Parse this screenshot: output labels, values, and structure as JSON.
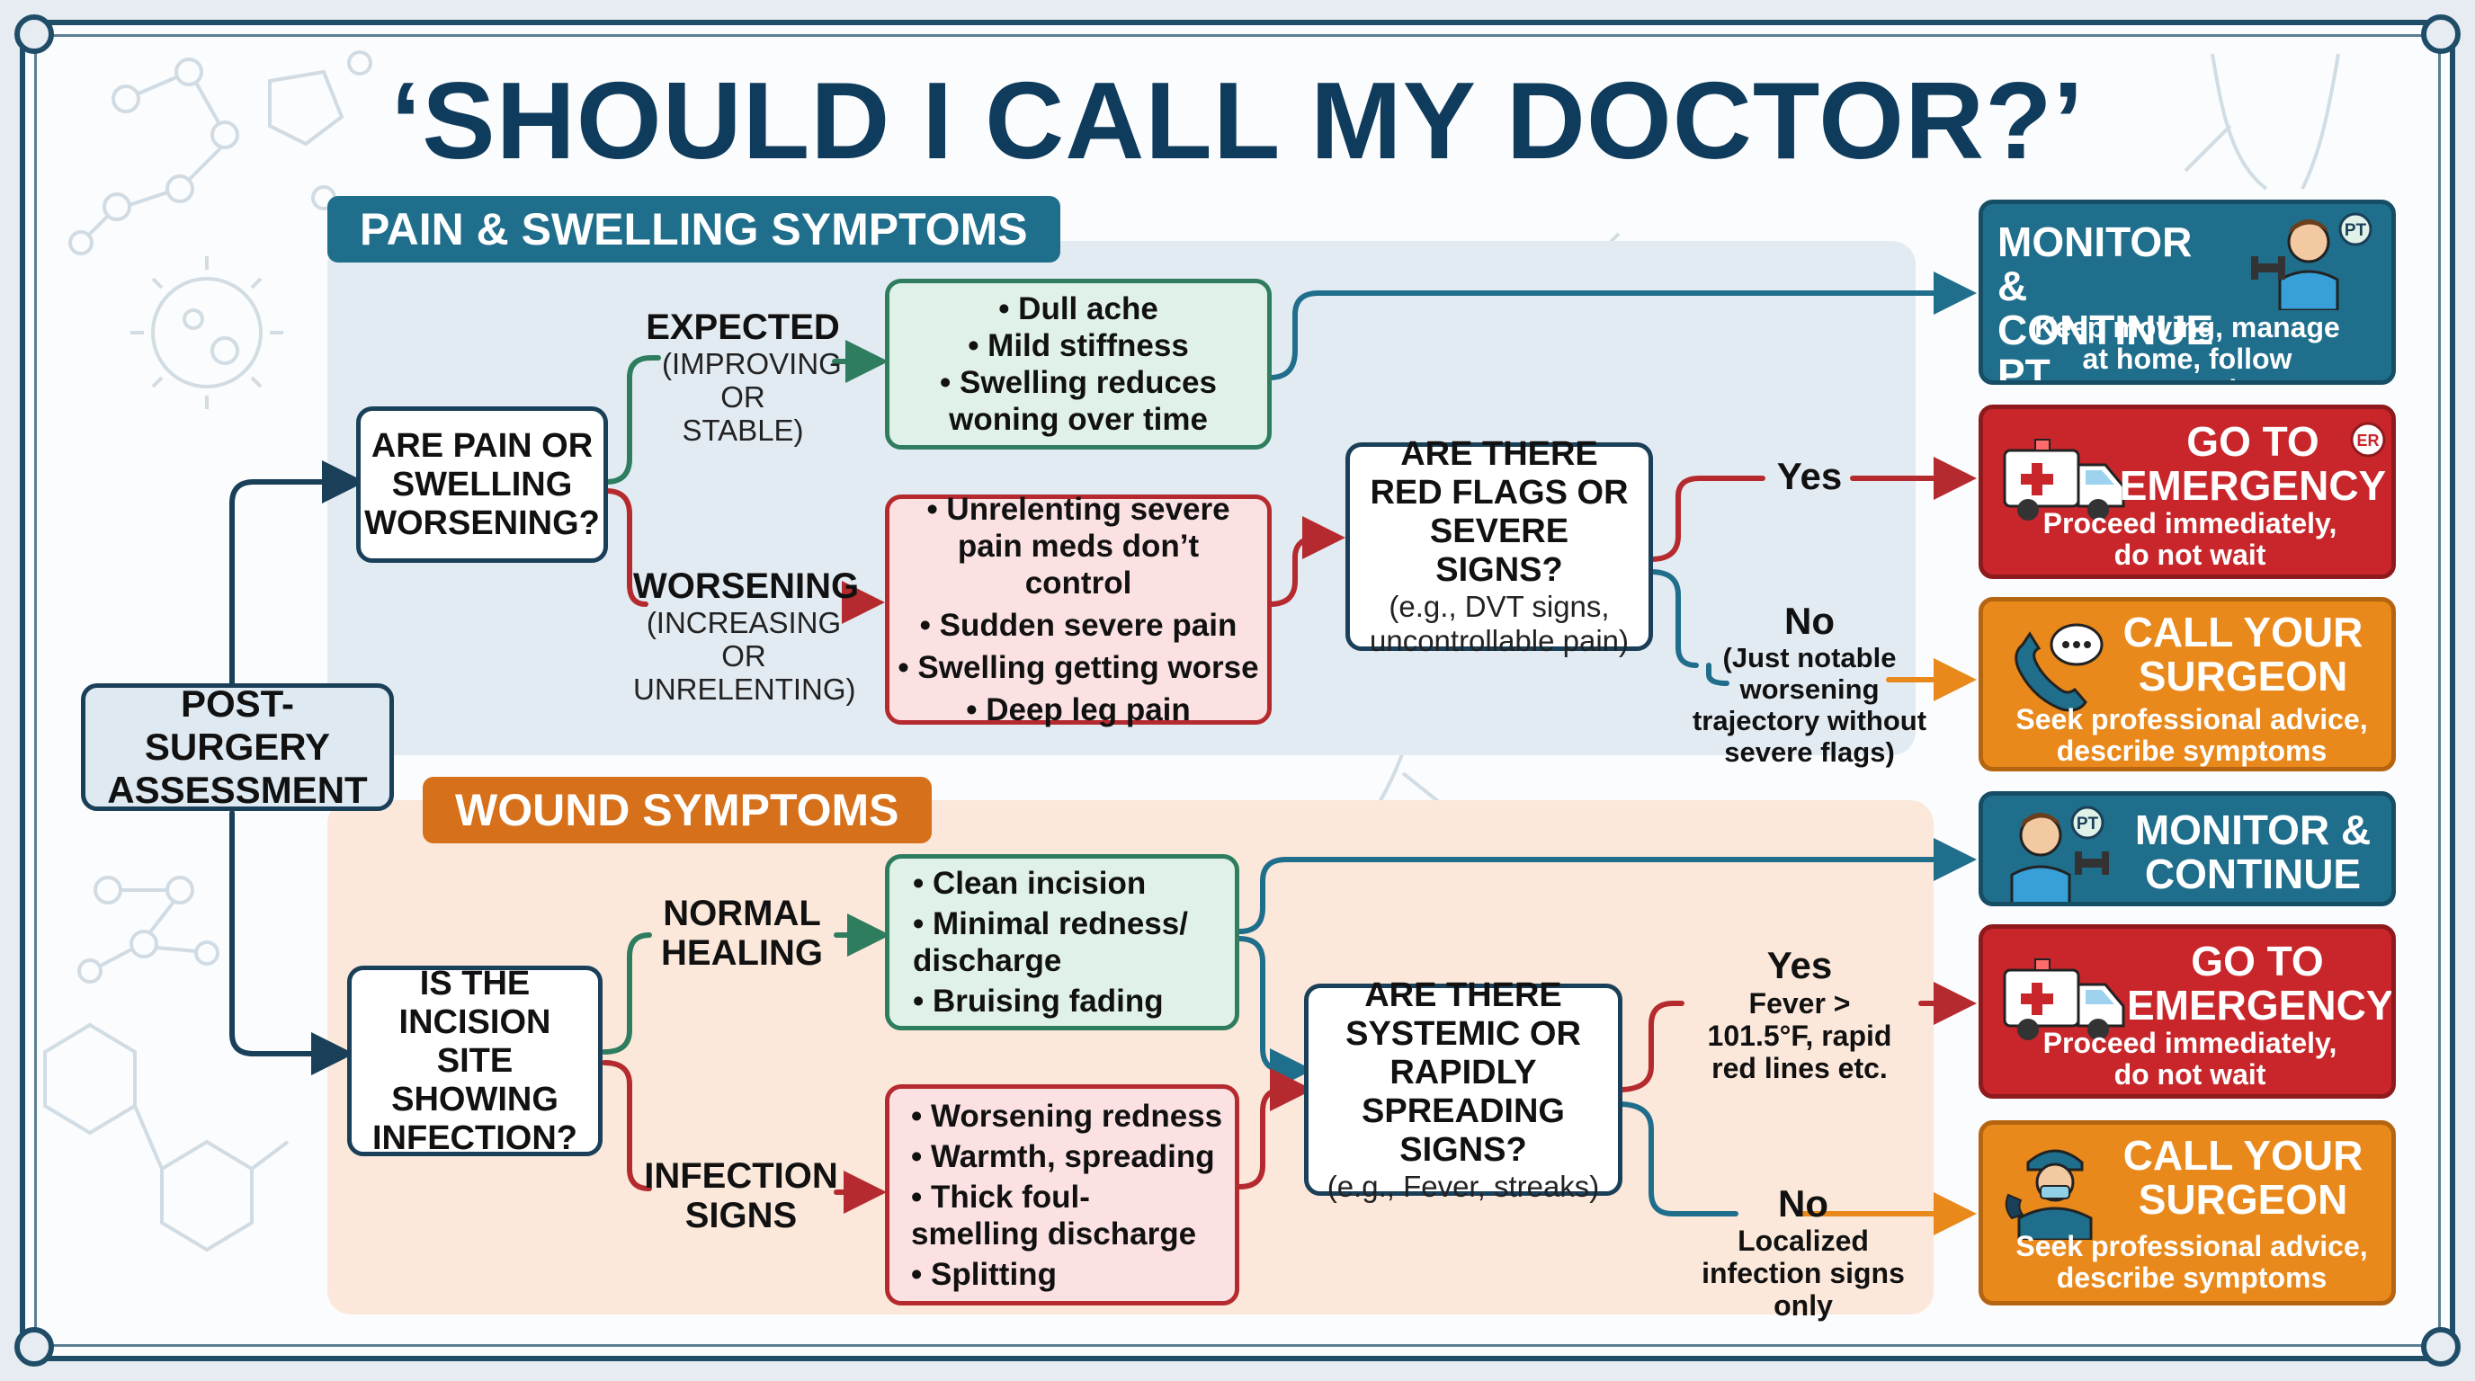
{
  "title": "‘SHOULD I CALL MY DOCTOR?’",
  "colors": {
    "navy": "#1a3f58",
    "teal": "#1f6e8c",
    "emergency": "#c9262b",
    "orange": "#e9891c",
    "green": "#2e7d5e",
    "red": "#b52a2e"
  },
  "start": "POST-SURGERY ASSESSMENT",
  "pain": {
    "tag": "PAIN & SWELLING SYMPTOMS",
    "question": "ARE PAIN OR SWELLING WORSENING?",
    "expected_label": "EXPECTED",
    "expected_note": "(IMPROVING OR STABLE)",
    "expected_items": [
      "• Dull ache",
      "• Mild stiffness",
      "• Swelling reduces woning over time"
    ],
    "worsening_label": "WORSENING",
    "worsening_note": "(INCREASING OR UNRELENTING)",
    "worsening_items": [
      "• Unrelenting severe pain meds don’t control",
      "• Sudden severe pain",
      "• Swelling getting worse",
      "• Deep leg pain"
    ],
    "red_flags_question": "ARE THERE RED FLAGS OR SEVERE SIGNS?",
    "red_flags_note": "(e.g., DVT signs, uncontrollable pain)",
    "yes_label": "Yes",
    "no_label": "No",
    "no_note": "(Just notable worsening trajectory without severe flags)"
  },
  "wound": {
    "tag": "WOUND SYMPTOMS",
    "question": "IS THE INCISION SITE SHOWING INFECTION?",
    "normal_label": "NORMAL HEALING",
    "normal_items": [
      "• Clean incision",
      "• Minimal redness/ discharge",
      "• Bruising fading"
    ],
    "infection_label": "INFECTION SIGNS",
    "infection_items": [
      "• Worsening redness",
      "• Warmth, spreading",
      "• Thick foul-smelling discharge",
      "• Splitting"
    ],
    "systemic_question": "ARE THERE SYSTEMIC OR RAPIDLY SPREADING SIGNS?",
    "systemic_note": "(e.g., Fever, streaks)",
    "yes_label": "Yes",
    "yes_note": "Fever > 101.5°F, rapid red lines etc.",
    "no_label": "No",
    "no_note": "Localized infection signs only"
  },
  "outcomes": {
    "monitor1": {
      "title": "MONITOR & CONTINUE PT",
      "desc": "Keep moving, manage at home, follow protocols",
      "badge": "PT",
      "icon": "dumbbell-person-icon"
    },
    "emergency1": {
      "title": "GO TO EMERGENCY",
      "desc": "Proceed immediately, do not wait",
      "badge": "ER",
      "icon": "ambulance-icon"
    },
    "call1": {
      "title": "CALL YOUR SURGEON",
      "desc": "Seek professional advice, describe symptoms",
      "icon": "phone-chat-icon"
    },
    "monitor2": {
      "title": "MONITOR & CONTINUE PT",
      "badge": "PT",
      "icon": "dumbbell-person-icon"
    },
    "emergency2": {
      "title": "GO TO EMERGENCY",
      "desc": "Proceed immediately, do not wait",
      "icon": "ambulance-icon"
    },
    "call2": {
      "title": "CALL YOUR SURGEON",
      "desc": "Seek professional advice, describe symptoms",
      "icon": "surgeon-phone-icon"
    }
  }
}
